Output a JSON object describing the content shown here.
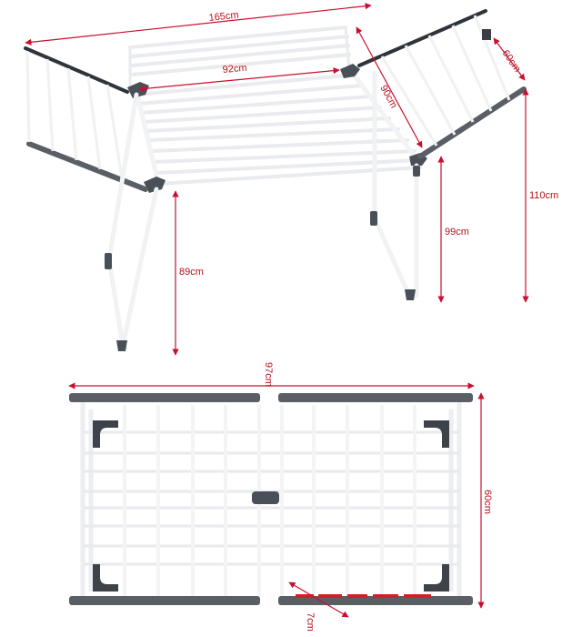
{
  "figure": {
    "subject": "Foldable wing clothes drying rack with dimensions",
    "colors": {
      "dimension_line": "#c8102e",
      "dimension_text": "#b5121b",
      "frame_white": "#f4f5f7",
      "rail_grey": "#5a5f66",
      "rail_dark": "#3a3f46",
      "background": "#ffffff"
    }
  },
  "unfolded_view": {
    "dimensions": {
      "total_width": "165cm",
      "center_width": "92cm",
      "center_depth": "90cm",
      "wing_depth": "60cm",
      "max_height": "110cm",
      "center_height": "99cm",
      "leg_height": "89cm"
    }
  },
  "folded_view": {
    "dimensions": {
      "length": "97cm",
      "width": "60cm",
      "thickness": "7cm"
    }
  }
}
